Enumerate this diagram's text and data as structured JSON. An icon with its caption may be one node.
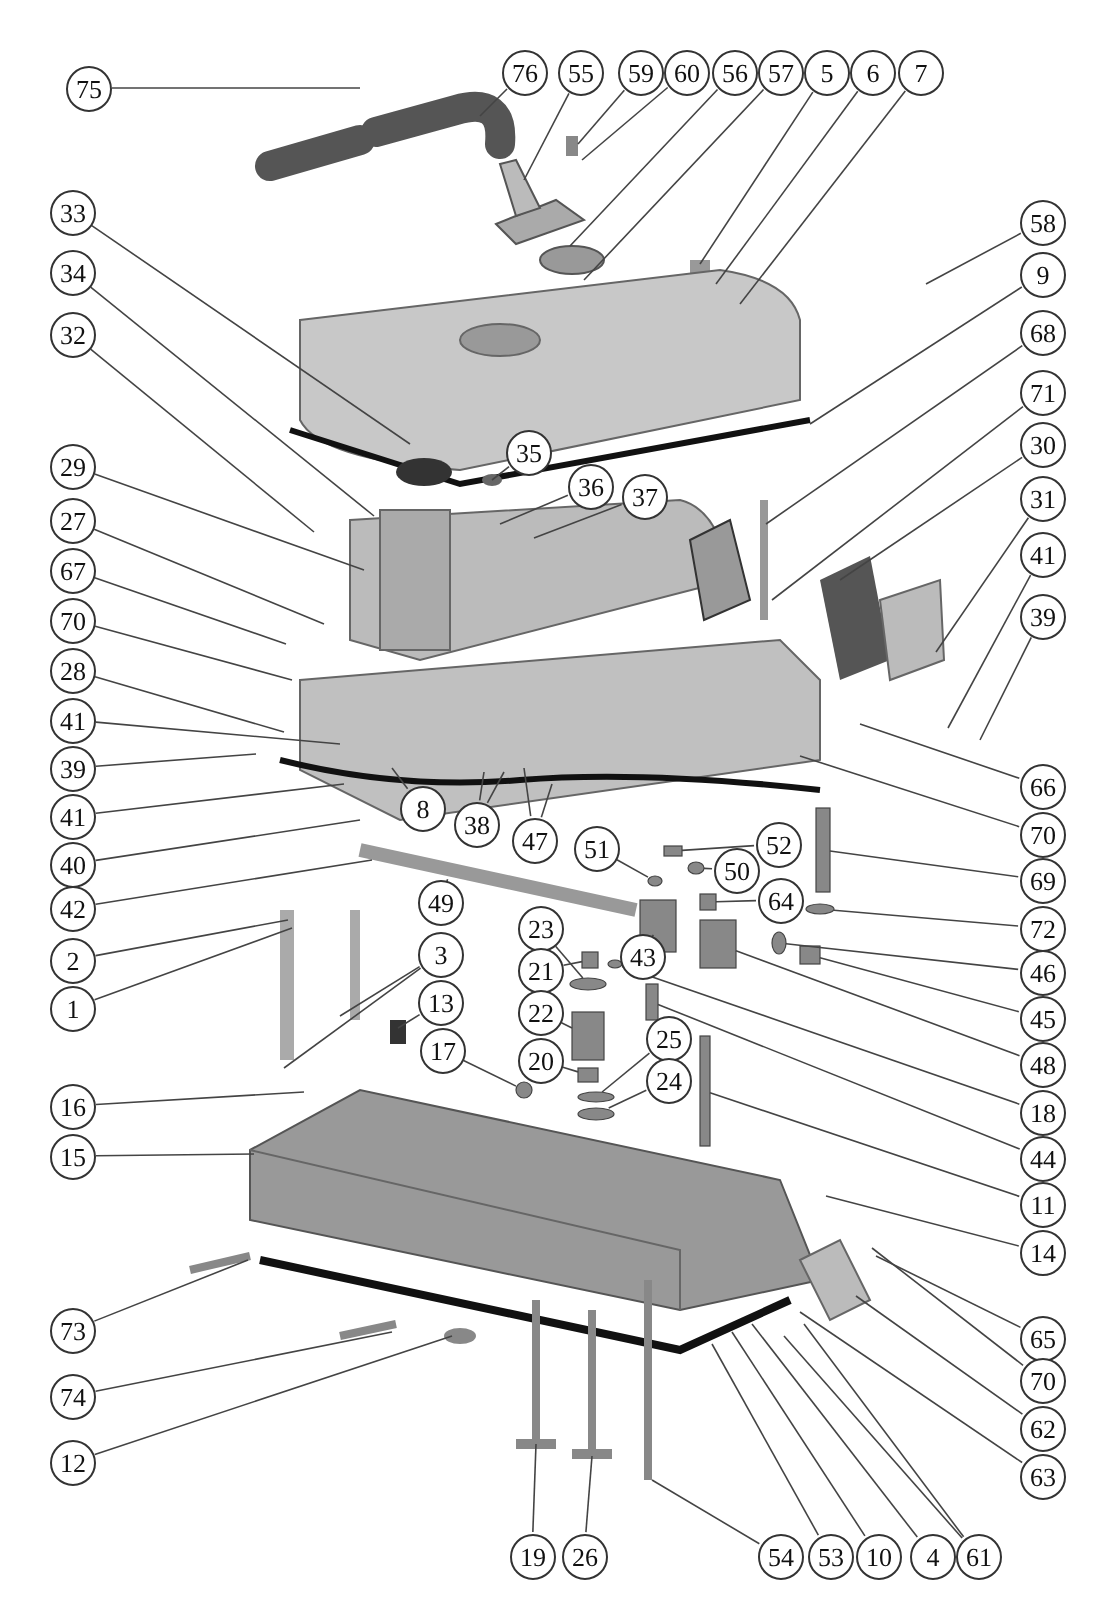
{
  "diagram": {
    "nodes": [
      {
        "text": [
          "75"
        ]
      },
      {
        "text": [
          "76"
        ]
      },
      {
        "text": [
          "55"
        ]
      },
      {
        "text": [
          "59"
        ]
      },
      {
        "text": [
          "60"
        ]
      },
      {
        "text": [
          "56"
        ]
      },
      {
        "text": [
          "57"
        ]
      },
      {
        "text": [
          "5"
        ]
      },
      {
        "text": [
          "6"
        ]
      },
      {
        "text": [
          "7"
        ]
      },
      {
        "text": [
          "33"
        ]
      },
      {
        "text": [
          "58"
        ]
      },
      {
        "text": [
          "34"
        ]
      },
      {
        "text": [
          "9"
        ]
      },
      {
        "text": [
          "68"
        ]
      },
      {
        "text": [
          "32"
        ]
      },
      {
        "text": [
          "71"
        ]
      },
      {
        "text": [
          "30"
        ]
      },
      {
        "text": [
          "29"
        ]
      },
      {
        "text": [
          "35"
        ]
      },
      {
        "text": [
          "36"
        ]
      },
      {
        "text": [
          "37"
        ]
      },
      {
        "text": [
          "31"
        ]
      },
      {
        "text": [
          "27"
        ]
      },
      {
        "text": [
          "41"
        ]
      },
      {
        "text": [
          "67"
        ]
      },
      {
        "text": [
          "39"
        ]
      },
      {
        "text": [
          "70"
        ]
      },
      {
        "text": [
          "28"
        ]
      },
      {
        "text": [
          "41"
        ]
      },
      {
        "text": [
          "39"
        ]
      },
      {
        "text": [
          "66"
        ]
      },
      {
        "text": [
          "8"
        ]
      },
      {
        "text": [
          "41"
        ]
      },
      {
        "text": [
          "38"
        ]
      },
      {
        "text": [
          "70"
        ]
      },
      {
        "text": [
          "47"
        ]
      },
      {
        "text": [
          "51"
        ]
      },
      {
        "text": [
          "52"
        ]
      },
      {
        "text": [
          "40"
        ]
      },
      {
        "text": [
          "50"
        ]
      },
      {
        "text": [
          "69"
        ]
      },
      {
        "text": [
          "64"
        ]
      },
      {
        "text": [
          "49"
        ]
      },
      {
        "text": [
          "42"
        ]
      },
      {
        "text": [
          "23"
        ]
      },
      {
        "text": [
          "72"
        ]
      },
      {
        "text": [
          "3"
        ]
      },
      {
        "text": [
          "43"
        ]
      },
      {
        "text": [
          "2"
        ]
      },
      {
        "text": [
          "21"
        ]
      },
      {
        "text": [
          "46"
        ]
      },
      {
        "text": [
          "13"
        ]
      },
      {
        "text": [
          "1"
        ]
      },
      {
        "text": [
          "22"
        ]
      },
      {
        "text": [
          "45"
        ]
      },
      {
        "text": [
          "25"
        ]
      },
      {
        "text": [
          "17"
        ]
      },
      {
        "text": [
          "20"
        ]
      },
      {
        "text": [
          "48"
        ]
      },
      {
        "text": [
          "24"
        ]
      },
      {
        "text": [
          "16"
        ]
      },
      {
        "text": [
          "18"
        ]
      },
      {
        "text": [
          "15"
        ]
      },
      {
        "text": [
          "44"
        ]
      },
      {
        "text": [
          "11"
        ]
      },
      {
        "text": [
          "14"
        ]
      },
      {
        "text": [
          "73"
        ]
      },
      {
        "text": [
          "65"
        ]
      },
      {
        "text": [
          "70"
        ]
      },
      {
        "text": [
          "74"
        ]
      },
      {
        "text": [
          "62"
        ]
      },
      {
        "text": [
          "12"
        ]
      },
      {
        "text": [
          "63"
        ]
      },
      {
        "text": [
          "19"
        ]
      },
      {
        "text": [
          "26"
        ]
      },
      {
        "text": [
          "54"
        ]
      },
      {
        "text": [
          "53"
        ]
      },
      {
        "text": [
          "10"
        ]
      },
      {
        "text": [
          "4"
        ]
      },
      {
        "text": [
          "61"
        ]
      },
      {
        "text": [],
        "shape": "box"
      },
      {
        "text": [],
        "shape": "circle"
      },
      {
        "text": [],
        "shape": "circle"
      },
      {
        "text": [],
        "shape": "box"
      },
      {
        "text": [],
        "shape": "box"
      },
      {
        "text": [],
        "shape": "circle"
      },
      {
        "text": [],
        "shape": "box"
      },
      {
        "text": [],
        "shape": "circle"
      },
      {
        "text": [],
        "shape": "box"
      },
      {
        "text": [],
        "shape": "box"
      },
      {
        "text": [],
        "shape": "circle"
      },
      {
        "text": [],
        "shape": "box"
      },
      {
        "text": [],
        "shape": "circle"
      },
      {
        "text": [],
        "shape": "box"
      },
      {
        "text": [],
        "shape": "box"
      },
      {
        "text": [],
        "shape": "box"
      },
      {
        "text": [],
        "shape": "circle"
      },
      {
        "text": [],
        "shape": "circle"
      },
      {
        "text": [],
        "shape": "circle"
      },
      {
        "text": [],
        "shape": "box"
      }
    ],
    "edges": [
      {
        "from": 0,
        "to": null,
        "arrow": "none"
      },
      {
        "from": 1,
        "to": null,
        "arrow": "none"
      },
      {
        "from": 2,
        "to": null,
        "arrow": "none"
      },
      {
        "from": 3,
        "to": null,
        "arrow": "none"
      },
      {
        "from": 4,
        "to": null,
        "arrow": "none"
      },
      {
        "from": 5,
        "to": null,
        "arrow": "none"
      },
      {
        "from": 6,
        "to": null,
        "arrow": "none"
      },
      {
        "from": 7,
        "to": null,
        "arrow": "none"
      },
      {
        "from": 8,
        "to": null,
        "arrow": "none"
      },
      {
        "from": 9,
        "to": null,
        "arrow": "none"
      },
      {
        "from": 10,
        "to": null,
        "arrow": "none"
      },
      {
        "from": 11,
        "to": null,
        "arrow": "none"
      },
      {
        "from": 12,
        "to": null,
        "arrow": "none"
      },
      {
        "from": 13,
        "to": null,
        "arrow": "none"
      },
      {
        "from": 14,
        "to": null,
        "arrow": "none"
      },
      {
        "from": 15,
        "to": null,
        "arrow": "none"
      },
      {
        "from": 16,
        "to": null,
        "arrow": "none"
      },
      {
        "from": 17,
        "to": null,
        "arrow": "none"
      },
      {
        "from": 18,
        "to": null,
        "arrow": "none"
      },
      {
        "from": 19,
        "to": null,
        "arrow": "none"
      },
      {
        "from": 20,
        "to": null,
        "arrow": "none"
      },
      {
        "from": 21,
        "to": null,
        "arrow": "none"
      },
      {
        "from": 22,
        "to": null,
        "arrow": "none"
      },
      {
        "from": 23,
        "to": null,
        "arrow": "none"
      },
      {
        "from": 24,
        "to": null,
        "arrow": "none"
      },
      {
        "from": 25,
        "to": null,
        "arrow": "none"
      },
      {
        "from": 26,
        "to": null,
        "arrow": "none"
      },
      {
        "from": 27,
        "to": null,
        "arrow": "none"
      },
      {
        "from": 28,
        "to": null,
        "arrow": "none"
      },
      {
        "from": 29,
        "to": null,
        "arrow": "none"
      },
      {
        "from": 30,
        "to": null,
        "arrow": "none"
      },
      {
        "from": 31,
        "to": null,
        "arrow": "none"
      },
      {
        "from": 32,
        "to": null,
        "arrow": "none"
      },
      {
        "from": 33,
        "to": null,
        "arrow": "none"
      },
      {
        "from": 34,
        "to": null,
        "arrow": "none"
      },
      {
        "from": 34,
        "to": null,
        "arrow": "none"
      },
      {
        "from": 35,
        "to": null,
        "arrow": "none"
      },
      {
        "from": 36,
        "to": null,
        "arrow": "none"
      },
      {
        "from": 36,
        "to": null,
        "arrow": "none"
      },
      {
        "from": 37,
        "to": 83,
        "arrow": "none"
      },
      {
        "from": 38,
        "to": 81,
        "arrow": "none"
      },
      {
        "from": 39,
        "to": null,
        "arrow": "none"
      },
      {
        "from": 40,
        "to": 82,
        "arrow": "none"
      },
      {
        "from": 41,
        "to": 85,
        "arrow": "none"
      },
      {
        "from": 42,
        "to": 84,
        "arrow": "none"
      },
      {
        "from": 43,
        "to": null,
        "arrow": "none"
      },
      {
        "from": 44,
        "to": null,
        "arrow": "none"
      },
      {
        "from": 45,
        "to": 91,
        "arrow": "none"
      },
      {
        "from": 46,
        "to": 86,
        "arrow": "none"
      },
      {
        "from": 47,
        "to": null,
        "arrow": "none"
      },
      {
        "from": 47,
        "to": null,
        "arrow": "none"
      },
      {
        "from": 48,
        "to": 87,
        "arrow": "none"
      },
      {
        "from": 49,
        "to": null,
        "arrow": "none"
      },
      {
        "from": 50,
        "to": 92,
        "arrow": "none"
      },
      {
        "from": 51,
        "to": 88,
        "arrow": "none"
      },
      {
        "from": 52,
        "to": null,
        "arrow": "none"
      },
      {
        "from": 53,
        "to": null,
        "arrow": "none"
      },
      {
        "from": 54,
        "to": 95,
        "arrow": "none"
      },
      {
        "from": 55,
        "to": 89,
        "arrow": "none"
      },
      {
        "from": 56,
        "to": 97,
        "arrow": "none"
      },
      {
        "from": 57,
        "to": 99,
        "arrow": "none"
      },
      {
        "from": 58,
        "to": 96,
        "arrow": "none"
      },
      {
        "from": 59,
        "to": 90,
        "arrow": "none"
      },
      {
        "from": 60,
        "to": 98,
        "arrow": "none"
      },
      {
        "from": 61,
        "to": null,
        "arrow": "none"
      },
      {
        "from": 62,
        "to": 93,
        "arrow": "none"
      },
      {
        "from": 63,
        "to": null,
        "arrow": "none"
      },
      {
        "from": 64,
        "to": 94,
        "arrow": "none"
      },
      {
        "from": 65,
        "to": 100,
        "arrow": "none"
      },
      {
        "from": 66,
        "to": null,
        "arrow": "none"
      },
      {
        "from": 67,
        "to": null,
        "arrow": "none"
      },
      {
        "from": 68,
        "to": null,
        "arrow": "none"
      },
      {
        "from": 69,
        "to": null,
        "arrow": "none"
      },
      {
        "from": 70,
        "to": null,
        "arrow": "none"
      },
      {
        "from": 71,
        "to": null,
        "arrow": "none"
      },
      {
        "from": 72,
        "to": null,
        "arrow": "none"
      },
      {
        "from": 73,
        "to": null,
        "arrow": "none"
      },
      {
        "from": 74,
        "to": null,
        "arrow": "none"
      },
      {
        "from": 75,
        "to": null,
        "arrow": "none"
      },
      {
        "from": 76,
        "to": null,
        "arrow": "none"
      },
      {
        "from": 77,
        "to": null,
        "arrow": "none"
      },
      {
        "from": 78,
        "to": null,
        "arrow": "none"
      },
      {
        "from": 79,
        "to": null,
        "arrow": "none"
      },
      {
        "from": 80,
        "to": null,
        "arrow": "none"
      },
      {
        "from": 80,
        "to": null,
        "arrow": "none"
      }
    ]
  }
}
